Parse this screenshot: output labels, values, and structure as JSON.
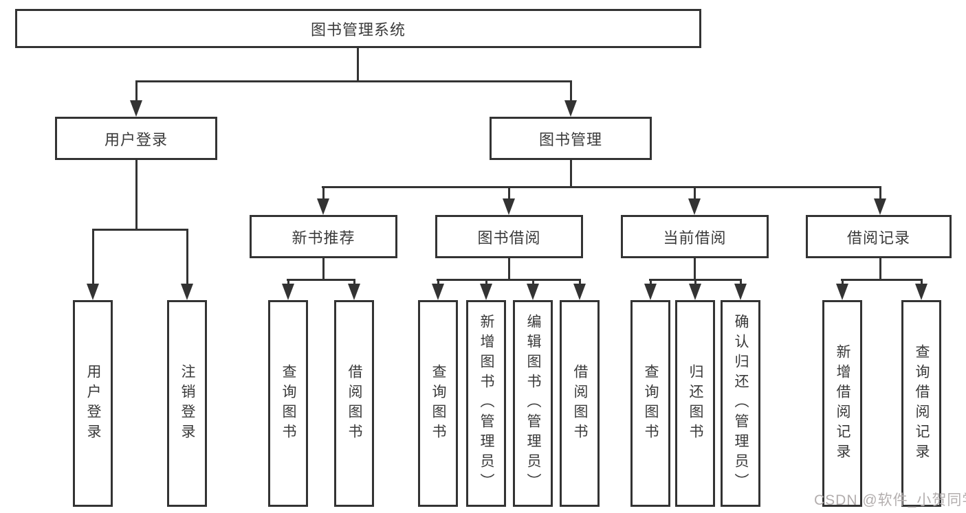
{
  "diagram": {
    "root": {
      "label": "图书管理系统"
    },
    "level2": [
      {
        "label": "用户登录"
      },
      {
        "label": "图书管理"
      }
    ],
    "level3": [
      {
        "label": "新书推荐"
      },
      {
        "label": "图书借阅"
      },
      {
        "label": "当前借阅"
      },
      {
        "label": "借阅记录"
      }
    ],
    "leaves": {
      "user": [
        "用户登录",
        "注销登录"
      ],
      "recommend": [
        "查询图书",
        "借阅图书"
      ],
      "borrow": [
        "查询图书",
        "新增图书（管理员）",
        "编辑图书（管理员）",
        "借阅图书"
      ],
      "current": [
        "查询图书",
        "归还图书",
        "确认归还（管理员）"
      ],
      "records": [
        "新增借阅记录",
        "查询借阅记录"
      ]
    }
  },
  "watermark": {
    "text": "CSDN @软件_小贺同学"
  },
  "colors": {
    "line": "#333333",
    "text": "#3a3a3a",
    "watermark": "#b3aeae",
    "background": "#ffffff"
  }
}
